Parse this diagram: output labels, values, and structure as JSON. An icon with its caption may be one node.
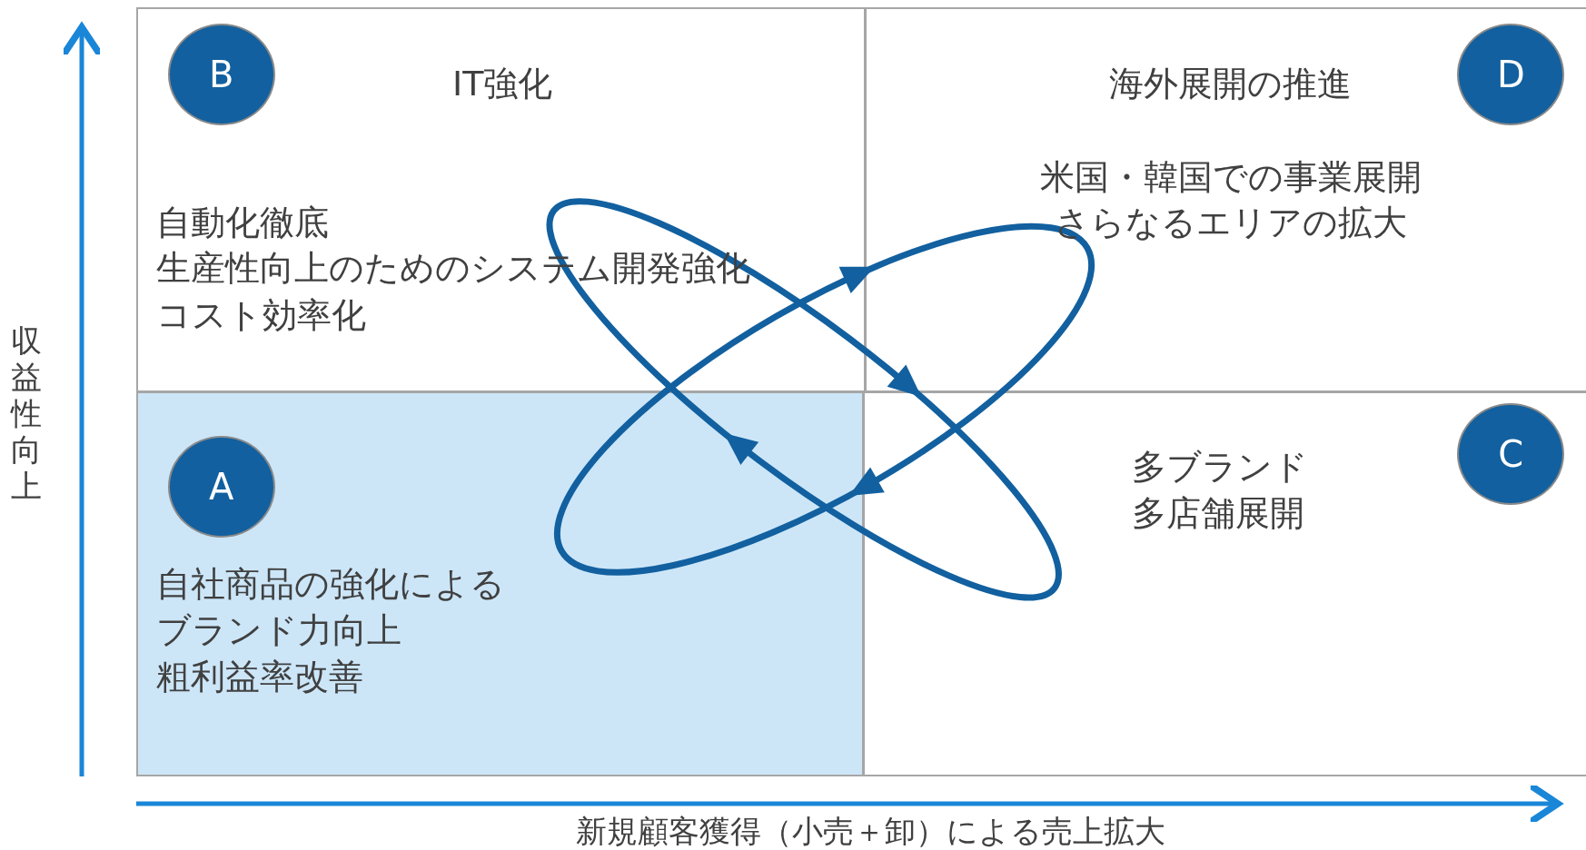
{
  "diagram": {
    "nodes": [
      {
        "text": [
          "IT強化",
          "自動化徹底",
          "生産性向上のためのシステム開発強化",
          "コスト効率化"
        ]
      },
      {
        "text": [
          "B"
        ],
        "in": 0
      },
      {
        "text": [
          "海外展開の推進",
          "米国・韓国での事業展開",
          "さらなるエリアの拡大"
        ]
      },
      {
        "text": [
          "D"
        ],
        "in": 2
      },
      {
        "text": [
          "自社商品の強化によるブランド力向上",
          "粗利益率改善"
        ]
      },
      {
        "text": [
          "A"
        ],
        "in": 4
      },
      {
        "text": [
          "多ブランド",
          "多店舗展開"
        ]
      },
      {
        "text": [
          "C"
        ],
        "in": 6
      }
    ],
    "labels": [
      "収益性向上",
      "新規顧客獲得（小売＋卸）による売上拡大"
    ]
  }
}
